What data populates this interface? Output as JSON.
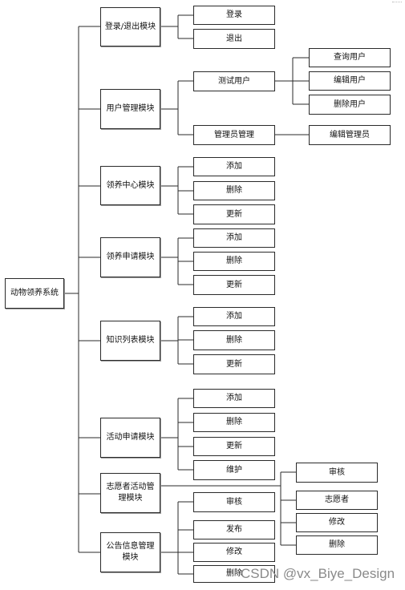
{
  "nodes": {
    "root": "动物领养系统",
    "m_login": "登录/退出模块",
    "m_login_login": "登录",
    "m_login_logout": "退出",
    "m_user": "用户管理模块",
    "m_user_test": "测试用户",
    "m_user_test_query": "查询用户",
    "m_user_test_edit": "编辑用户",
    "m_user_test_delete": "删除用户",
    "m_user_admin": "管理员管理",
    "m_user_admin_edit": "编辑管理员",
    "m_center": "领养中心模块",
    "m_center_add": "添加",
    "m_center_delete": "删除",
    "m_center_update": "更新",
    "m_apply": "领养申请模块",
    "m_apply_add": "添加",
    "m_apply_delete": "删除",
    "m_apply_update": "更新",
    "m_knowledge": "知识列表模块",
    "m_knowledge_add": "添加",
    "m_knowledge_delete": "删除",
    "m_knowledge_update": "更新",
    "m_activity": "活动申请模块",
    "m_activity_add": "添加",
    "m_activity_delete": "删除",
    "m_activity_update": "更新",
    "m_activity_maintain": "维护",
    "m_volunteer": "志愿者活动管理模块",
    "m_volunteer_review": "审核",
    "m_volunteer_volunteer": "志愿者",
    "m_volunteer_modify": "修改",
    "m_volunteer_delete": "删除",
    "m_notice": "公告信息管理模块",
    "m_notice_review": "审核",
    "m_notice_publish": "发布",
    "m_notice_modify": "修改",
    "m_notice_delete": "删除"
  },
  "watermark": "CSDN @vx_Biye_Design",
  "colors": {
    "line": "#2a2a2a",
    "box_border": "#2a2a2a",
    "watermark": "#8a8a8a"
  }
}
